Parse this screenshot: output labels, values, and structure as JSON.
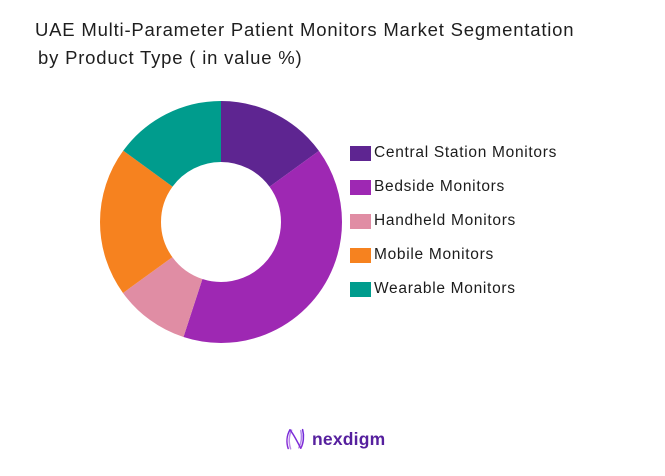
{
  "header": {
    "line1": "UAE Multi-Parameter Patient Monitors Market Segmentation",
    "line2": "by Product Type ( in value %)"
  },
  "chart_data": {
    "type": "pie",
    "subtype": "donut",
    "title": "UAE Multi-Parameter Patient Monitors Market Segmentation by Product Type ( in value %)",
    "unit": "value %",
    "start_angle": "12-oclock",
    "direction": "clockwise",
    "inner_radius_ratio": 0.5,
    "legend_position": "right",
    "grid": false,
    "segments": [
      {
        "label": "Central Station Monitors",
        "value": 15,
        "color": "#5E2591"
      },
      {
        "label": "Bedside Monitors",
        "value": 40,
        "color": "#9E28B3"
      },
      {
        "label": "Handheld Monitors",
        "value": 10,
        "color": "#E08DA4"
      },
      {
        "label": "Mobile Monitors",
        "value": 20,
        "color": "#F6821F"
      },
      {
        "label": "Wearable Monitors",
        "value": 15,
        "color": "#009C8D"
      }
    ]
  },
  "footer": {
    "logo_text": "nexdigm"
  },
  "colors": {
    "background": "#FFFFFF",
    "title_text": "#1E1E1E",
    "logo_purple": "#56209E",
    "logo_gradient_start": "#8B2FD6",
    "logo_gradient_end": "#6D28D9"
  }
}
